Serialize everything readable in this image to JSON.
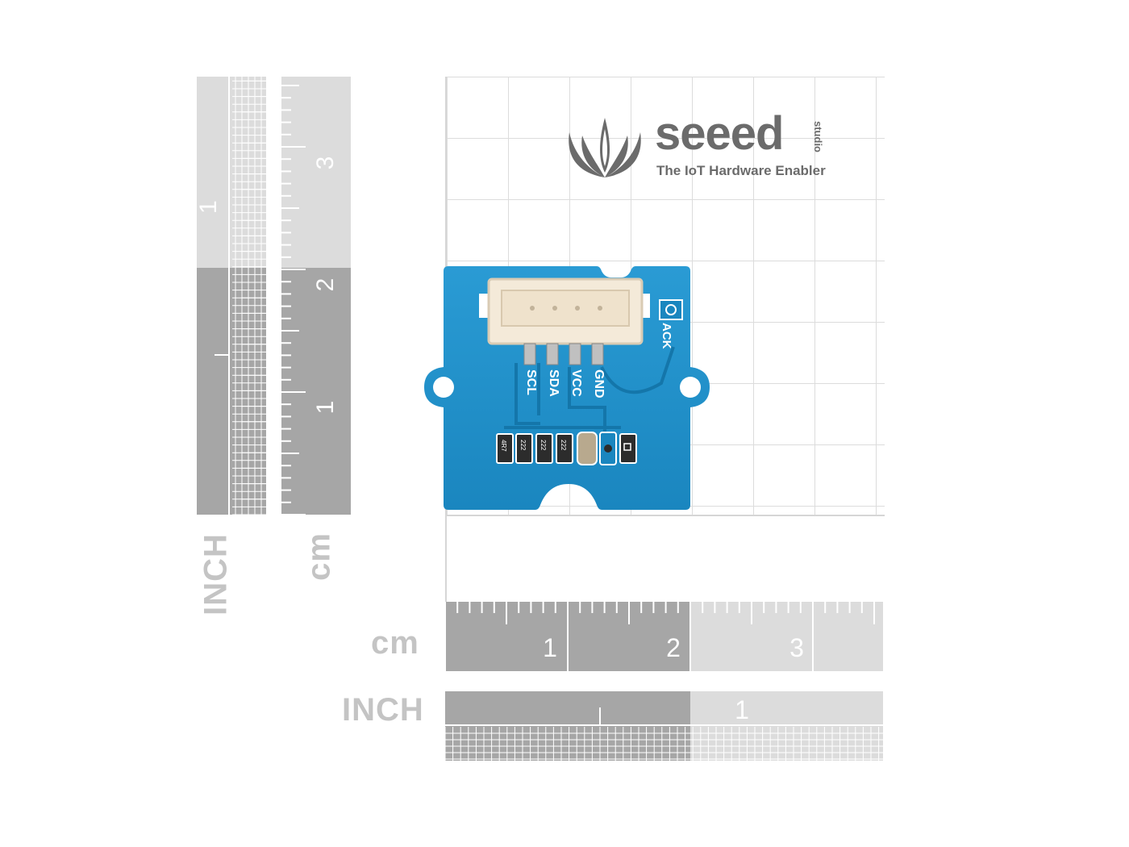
{
  "logo": {
    "brand": "seeed",
    "sub": "studio",
    "tagline": "The IoT Hardware Enabler",
    "icon": "seeed-petal-logo-icon"
  },
  "rulers": {
    "vertical_inch": {
      "unit_label": "INCH",
      "number_label": "1",
      "top_label": "1"
    },
    "vertical_cm": {
      "unit_label": "cm",
      "numbers": [
        "3",
        "2",
        "1"
      ]
    },
    "horizontal_cm": {
      "unit_label": "cm",
      "numbers": [
        "1",
        "2",
        "3"
      ]
    },
    "horizontal_inch": {
      "unit_label": "INCH",
      "numbers": [
        "1"
      ]
    }
  },
  "module": {
    "pins": [
      "SCL",
      "SDA",
      "VCC",
      "GND"
    ],
    "ack_label": "ACK",
    "resistor_codes": [
      "4R7",
      "222",
      "222",
      "222"
    ],
    "board_color": "#1f8fc9",
    "connector_color": "#f4ead9"
  },
  "colors": {
    "ruler_dark": "#a6a6a6",
    "ruler_light": "#dcdcdc",
    "grid_line": "#dcdcdc",
    "label_gray": "#c4c4c4",
    "logo_gray": "#6b6b6b"
  }
}
